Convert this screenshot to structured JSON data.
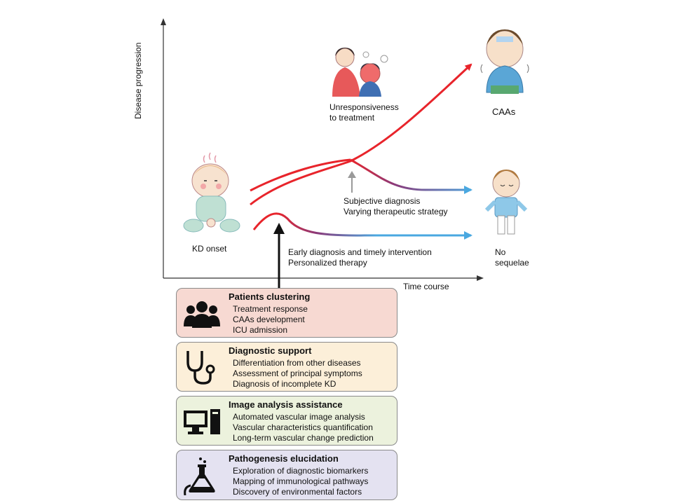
{
  "axes": {
    "y_label": "Disease progression",
    "x_label": "Time course"
  },
  "labels": {
    "kd_onset": "KD onset",
    "unresponsive_line1": "Unresponsiveness",
    "unresponsive_line2": "to treatment",
    "caas": "CAAs",
    "subjective_line1": "Subjective diagnosis",
    "subjective_line2": "Varying therapeutic strategy",
    "early_line1": "Early diagnosis and timely intervention",
    "early_line2": "Personalized therapy",
    "no_sequelae_line1": "No",
    "no_sequelae_line2": "sequelae"
  },
  "boxes": [
    {
      "title": "Patients clustering",
      "items": [
        "Treatment response",
        "CAAs development",
        "ICU admission"
      ],
      "color": "#f7d9d2",
      "icon": "people-icon"
    },
    {
      "title": "Diagnostic support",
      "items": [
        "Differentiation from other diseases",
        "Assessment of principal symptoms",
        "Diagnosis of incomplete KD"
      ],
      "color": "#fcefd9",
      "icon": "stethoscope-icon"
    },
    {
      "title": "Image analysis assistance",
      "items": [
        "Automated vascular image analysis",
        "Vascular characteristics quantification",
        "Long-term vascular change prediction"
      ],
      "color": "#ecf2dd",
      "icon": "computer-icon"
    },
    {
      "title": "Pathogenesis elucidation",
      "items": [
        "Exploration of diagnostic biomarkers",
        "Mapping of immunological pathways",
        "Discovery of environmental factors"
      ],
      "color": "#e4e2f1",
      "icon": "flask-icon"
    }
  ],
  "colors": {
    "worse": "#e8242b",
    "better": "#4aa8e0",
    "transition": "#8a3a7a"
  }
}
